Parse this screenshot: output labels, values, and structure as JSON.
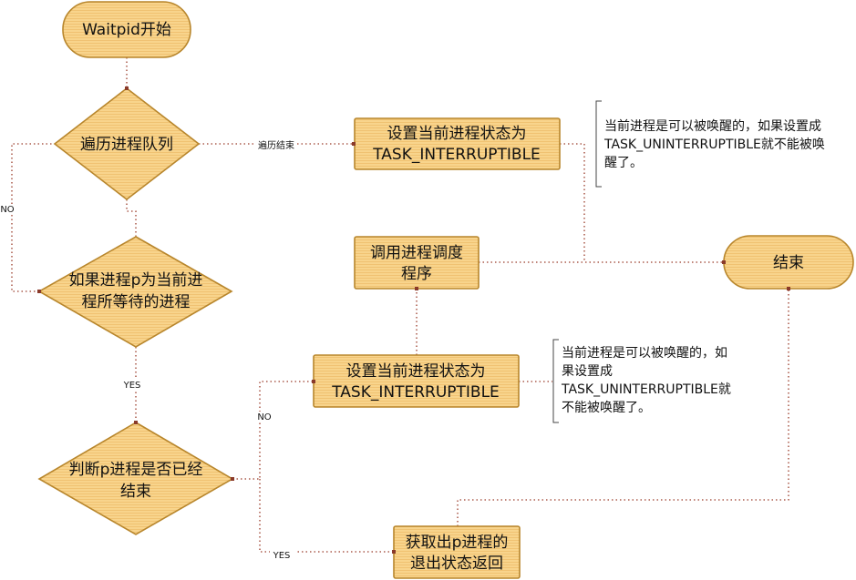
{
  "nodes": {
    "start": "Waitpid开始",
    "traverse": "遍历进程队列",
    "check_p_line1": "如果进程p为当前进",
    "check_p_line2": "程所等待的进程",
    "ended_line1": "判断p进程是否已经",
    "ended_line2": "结束",
    "set_state1_line1": "设置当前进程状态为",
    "set_state1_line2": "TASK_INTERRUPTIBLE",
    "schedule_line1": "调用进程调度",
    "schedule_line2": "程序",
    "set_state2_line1": "设置当前进程状态为",
    "set_state2_line2": "TASK_INTERRUPTIBLE",
    "end": "结束",
    "get_exit_line1": "获取出p进程的",
    "get_exit_line2": "退出状态返回"
  },
  "edge_labels": {
    "traverse_done": "遍历结束",
    "no1": "NO",
    "yes1": "YES",
    "no2": "NO",
    "yes2": "YES"
  },
  "notes": {
    "note1_line1": "当前进程是可以被唤醒的，如果设置成",
    "note1_line2": "TASK_UNINTERRUPTIBLE就不能被唤",
    "note1_line3": "醒了。",
    "note2_line1": "当前进程是可以被唤醒的，如",
    "note2_line2": "果设置成",
    "note2_line3": "TASK_UNINTERRUPTIBLE就",
    "note2_line4": "不能被唤醒了。"
  },
  "colors": {
    "fill": "#f7d28a",
    "stroke": "#b8862c",
    "edge": "#9b3c2a"
  }
}
